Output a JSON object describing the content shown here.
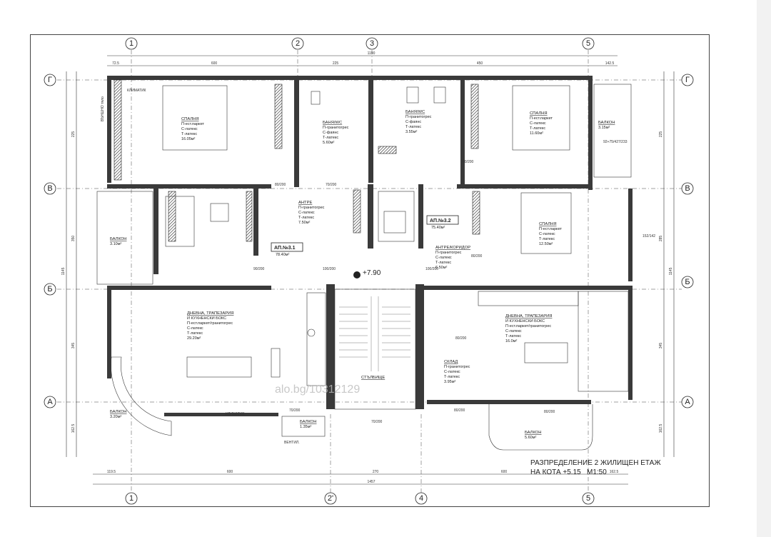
{
  "axes": {
    "top": [
      "1",
      "2",
      "3",
      "5"
    ],
    "bottom": [
      "1",
      "2'",
      "4",
      "5"
    ],
    "left": [
      "Г",
      "В",
      "Б",
      "А"
    ],
    "right": [
      "Г",
      "В",
      "Б",
      "А"
    ]
  },
  "dims": {
    "top_total": "1190",
    "top_parts": [
      "72.5",
      "600",
      "225",
      "450",
      "142.5"
    ],
    "bottom_total": "1457",
    "bottom_parts": [
      "119.5",
      "600",
      "270",
      "600",
      "162.5"
    ],
    "left_total": "1145",
    "right_total": "1145",
    "left_parts": [
      "225",
      "350",
      "345",
      "162.5"
    ],
    "right_parts": [
      "225",
      "285",
      "345",
      "162.5"
    ]
  },
  "rooms": [
    {
      "title": "СПАЛНЯ",
      "lines": [
        "П-ест.паркет",
        "С-латекс",
        "Т-латекс",
        "16.05м²"
      ]
    },
    {
      "title": "БАНЯ/WC",
      "lines": [
        "П-гранитогрес",
        "С-фаянс",
        "Т-латекс",
        "5.60м²"
      ]
    },
    {
      "title": "БАНЯ/WC",
      "lines": [
        "П-гранитогрес",
        "С-фаянс",
        "Т-латекс",
        "3.55м²"
      ]
    },
    {
      "title": "СПАЛНЯ",
      "lines": [
        "П-ест.паркет",
        "С-латекс",
        "Т-латекс",
        "11.60м²"
      ]
    },
    {
      "title": "БАЛКОН",
      "lines": [
        "3.15м²"
      ]
    },
    {
      "title": "АНТРЕ",
      "lines": [
        "П-гранитогрес",
        "С-латекс",
        "Т-латекс",
        "7.50м²"
      ]
    },
    {
      "title": "БАЛКОН",
      "lines": [
        "3.10м²"
      ]
    },
    {
      "title": "СПАЛНЯ",
      "lines": [
        "П-ест.паркет",
        "С-латекс",
        "Т-латекс",
        "12.50м²"
      ]
    },
    {
      "title": "АНТРЕ/КОРИДОР",
      "lines": [
        "П-гранитогрес",
        "С-латекс",
        "Т-латекс",
        "6.50м²"
      ]
    },
    {
      "title": "ДНЕВНА, ТРАПЕЗАРИЯ",
      "lines": [
        "И КУХНЕНСКИ БОКС",
        "П-ест.паркет/гранитогрес",
        "С-латекс",
        "Т-латекс",
        "29.20м²"
      ]
    },
    {
      "title": "ДНЕВНА, ТРАПЕЗАРИЯ",
      "lines": [
        "И КУХНЕНСКИ БОКС",
        "П-ест.паркет/гранитогрес",
        "С-латекс",
        "Т-латекс",
        "16.0м²"
      ]
    },
    {
      "title": "СКЛАД",
      "lines": [
        "П-гранитогрес",
        "С-латекс",
        "Т-латекс",
        "3.95м²"
      ]
    },
    {
      "title": "СТЪЛБИЩЕ",
      "lines": []
    },
    {
      "title": "БАЛКОН",
      "lines": [
        "3.20м²"
      ]
    },
    {
      "title": "БАЛКОН",
      "lines": [
        "1.35м²"
      ]
    },
    {
      "title": "БАЛКОН",
      "lines": [
        "5.60м²"
      ]
    }
  ],
  "apartments": [
    "АП.№3.1",
    "78.40м²",
    "АП.№3.2",
    "75.40м²"
  ],
  "level_mark": "+7.90",
  "door_labels": [
    "80/200",
    "70/200",
    "80/200",
    "90/200",
    "100/200",
    "100/200",
    "80/200",
    "80/200",
    "70/200",
    "80/200",
    "92+75/427/233",
    "152/142",
    "70/200",
    "80/200"
  ],
  "labels": {
    "klima1": "КЛИМАТИК",
    "klima2": "КЛИМАТИК",
    "vent": "ВЕНТИЛ.",
    "shaft": "ВЪНШНО тяло"
  },
  "title": {
    "line1": "РАЗПРЕДЕЛЕНИЕ 2 ЖИЛИЩЕН ЕТАЖ",
    "line2": "НА КОТА +5.15",
    "scale": "М1:50"
  },
  "watermark": "alo.bg/10312129"
}
